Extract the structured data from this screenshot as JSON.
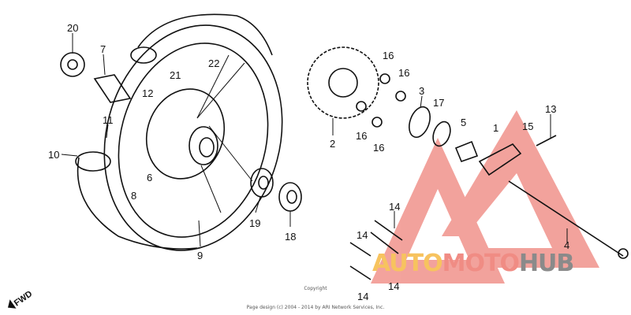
{
  "diagram": {
    "callouts": [
      "20",
      "7",
      "22",
      "21",
      "12",
      "11",
      "10",
      "6",
      "8",
      "9",
      "19",
      "18",
      "2",
      "16",
      "16",
      "3",
      "17",
      "16",
      "16",
      "5",
      "1",
      "15",
      "13",
      "4",
      "14",
      "14",
      "14",
      "14"
    ],
    "direction_label": "FWD",
    "copyright_line1": "Copyright",
    "copyright_line2": "Page design (c) 2004 - 2014 by ARI Network Services, Inc.",
    "watermark": {
      "part1": "AUTO",
      "part2": "MOTO",
      "part3": "HUB",
      "colors": [
        "#f7c35f",
        "#f08c84",
        "#8a8a8a"
      ]
    }
  }
}
